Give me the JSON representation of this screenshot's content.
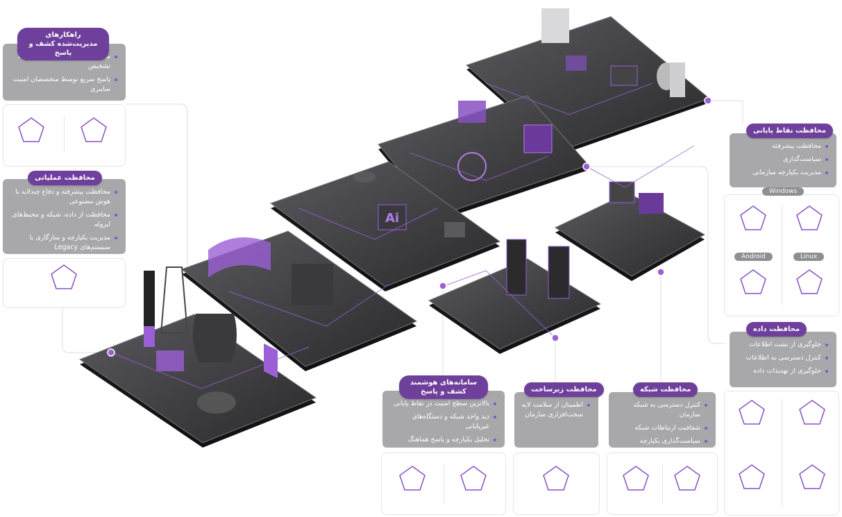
{
  "colors": {
    "accent": "#6f3f9c",
    "accent_light": "#9b5fd6",
    "box_gray": "#a8a8aa",
    "platform_dark": "#2b2b2e"
  },
  "panels": {
    "managed_detection": {
      "title": "راهکارهای\nمدیریت‌شده کشف و پاسخ",
      "items": [
        "مدیریت ۲۴x۷ سامانه‌های پیشرفته تشخیص",
        "پاسخ سریع توسط متخصصان امنیت سایبری"
      ]
    },
    "operational": {
      "title": "محافظت عملیاتی",
      "items": [
        "محافظت پیشرفته و دفاع چندلایه با هوش مصنوعی",
        "محافظت از داده، شبکه و محیط‌های ایزوله",
        "مدیریت یکپارچه و سازگاری با سیستم‌های Legacy"
      ]
    },
    "endpoint": {
      "title": "محافظت نقاط پایانی",
      "items": [
        "محافظت پیشرفته",
        "سیاست‌گذاری",
        "مدیریت یکپارچه سازمانی"
      ],
      "os": [
        "Windows",
        "Android",
        "Linux"
      ]
    },
    "data": {
      "title": "محافظت داده",
      "items": [
        "جلوگیری از نشت اطلاعات",
        "کنترل دسترسی به اطلاعات",
        "جلوگیری از تهدیدات داده"
      ]
    },
    "smart_detection": {
      "title": "سامانه‌های هوشمند\nکشف و پاسخ",
      "items": [
        "بالاترین سطح امنیت در نقاط پایانی",
        "دید واحد شبکه و دستگاه‌های غیرپایانی",
        "تحلیل یکپارچه و پاسخ هماهنگ"
      ]
    },
    "infrastructure": {
      "title": "محافظت زیرساخت",
      "items": [
        "اطمینان از سلامت لایه سخت‌افزاری سازمان"
      ]
    },
    "network": {
      "title": "محافظت شبکه",
      "items": [
        "کنترل دسترسی به شبکه سازمان",
        "شفافیت ارتباطات شبکه",
        "سیاست‌گذاری یکپارچه ارتباطات"
      ]
    }
  },
  "scene": {
    "ai_chip_label": "Ai"
  }
}
